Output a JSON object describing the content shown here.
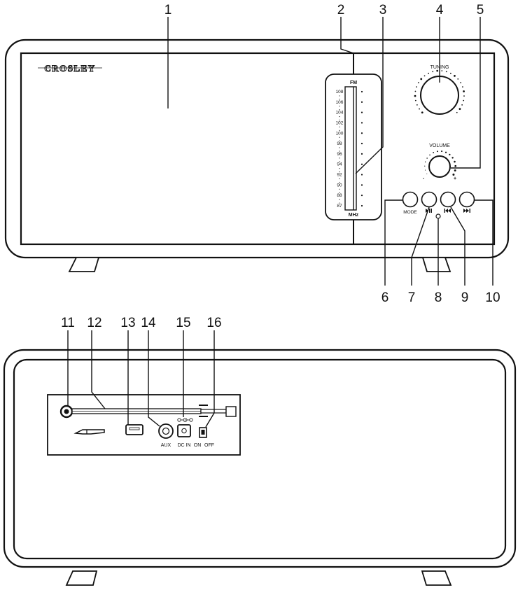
{
  "front_view": {
    "brand_logo": "CROSLEY",
    "dial": {
      "band_label": "FM",
      "unit_label": "MHz",
      "frequencies": [
        "108",
        "106",
        "104",
        "102",
        "100",
        "98",
        "96",
        "94",
        "92",
        "90",
        "88",
        "87"
      ]
    },
    "tuning_label": "TUNING",
    "volume_label": "VOLUME",
    "volume_minus": "-",
    "volume_plus": "+",
    "buttons": {
      "mode_label": "MODE",
      "play_pause_icon": "play-pause-icon",
      "previous_icon": "skip-previous-icon",
      "next_icon": "skip-next-icon"
    },
    "callouts": [
      "1",
      "2",
      "3",
      "4",
      "5",
      "6",
      "7",
      "8",
      "9",
      "10"
    ]
  },
  "rear_view": {
    "aux_label": "AUX",
    "dc_in_label": "DC IN",
    "on_label": "ON",
    "off_label": "OFF",
    "callouts": [
      "11",
      "12",
      "13",
      "14",
      "15",
      "16"
    ]
  }
}
